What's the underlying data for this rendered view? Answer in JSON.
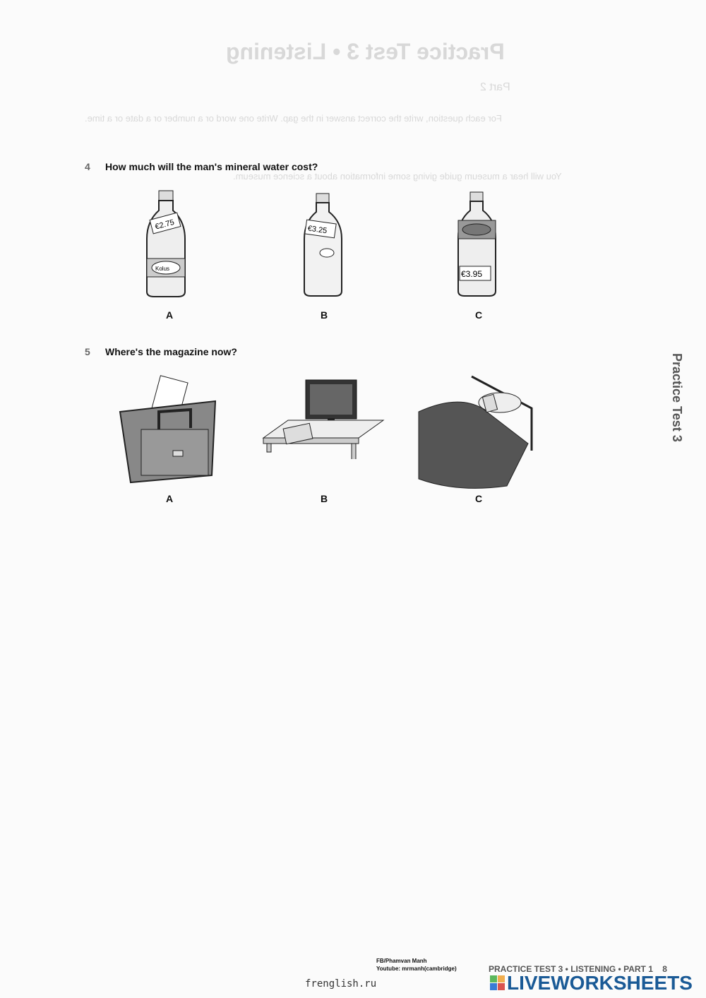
{
  "ghost": {
    "title": "Practice Test 3 • Listening",
    "part": "Part 2",
    "instr": "For each question, write the correct answer in the gap. Write one word or a number or a date or a time.",
    "intro": "You will hear a museum guide giving some information about a science museum."
  },
  "questions": [
    {
      "number": "4",
      "text": "How much will the man's mineral water cost?",
      "options": [
        {
          "label": "A",
          "price": "€2.75",
          "brand": "Kolus"
        },
        {
          "label": "B",
          "price": "€3.25"
        },
        {
          "label": "C",
          "price": "€3.95"
        }
      ]
    },
    {
      "number": "5",
      "text": "Where's the magazine now?",
      "options": [
        {
          "label": "A"
        },
        {
          "label": "B"
        },
        {
          "label": "C"
        }
      ]
    }
  ],
  "side_tab": "Practice Test 3",
  "footer": {
    "credit1": "FB/Phamvan  Manh",
    "credit2": "Youtube: mrmanh(cambridge)",
    "running": "PRACTICE TEST 3 • LISTENING • PART 1",
    "page": "8",
    "site": "frenglish.ru",
    "brand": "LIVEWORKSHEETS",
    "brand_color": "#1a5a96"
  }
}
